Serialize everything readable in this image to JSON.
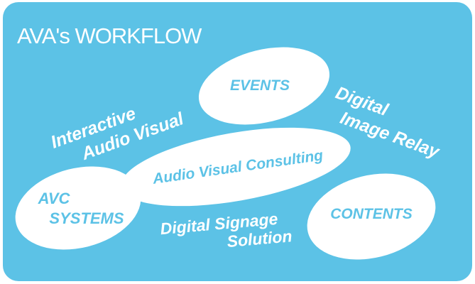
{
  "title": "AVA's WORKFLOW",
  "colors": {
    "background": "#5cc2e6",
    "oval_fill": "#ffffff",
    "oval_text": "#5cc2e6",
    "free_text": "#ffffff"
  },
  "ovals": {
    "events": "EVENTS",
    "consulting": "Audio Visual Consulting",
    "avc_line1": "AVC",
    "avc_line2": "SYSTEMS",
    "contents": "CONTENTS"
  },
  "labels": {
    "interactive_line1": "Interactive",
    "interactive_line2": "Audio Visual",
    "relay_line1": "Digital",
    "relay_line2": "Image Relay",
    "signage_line1": "Digital Signage",
    "signage_line2": "Solution"
  }
}
